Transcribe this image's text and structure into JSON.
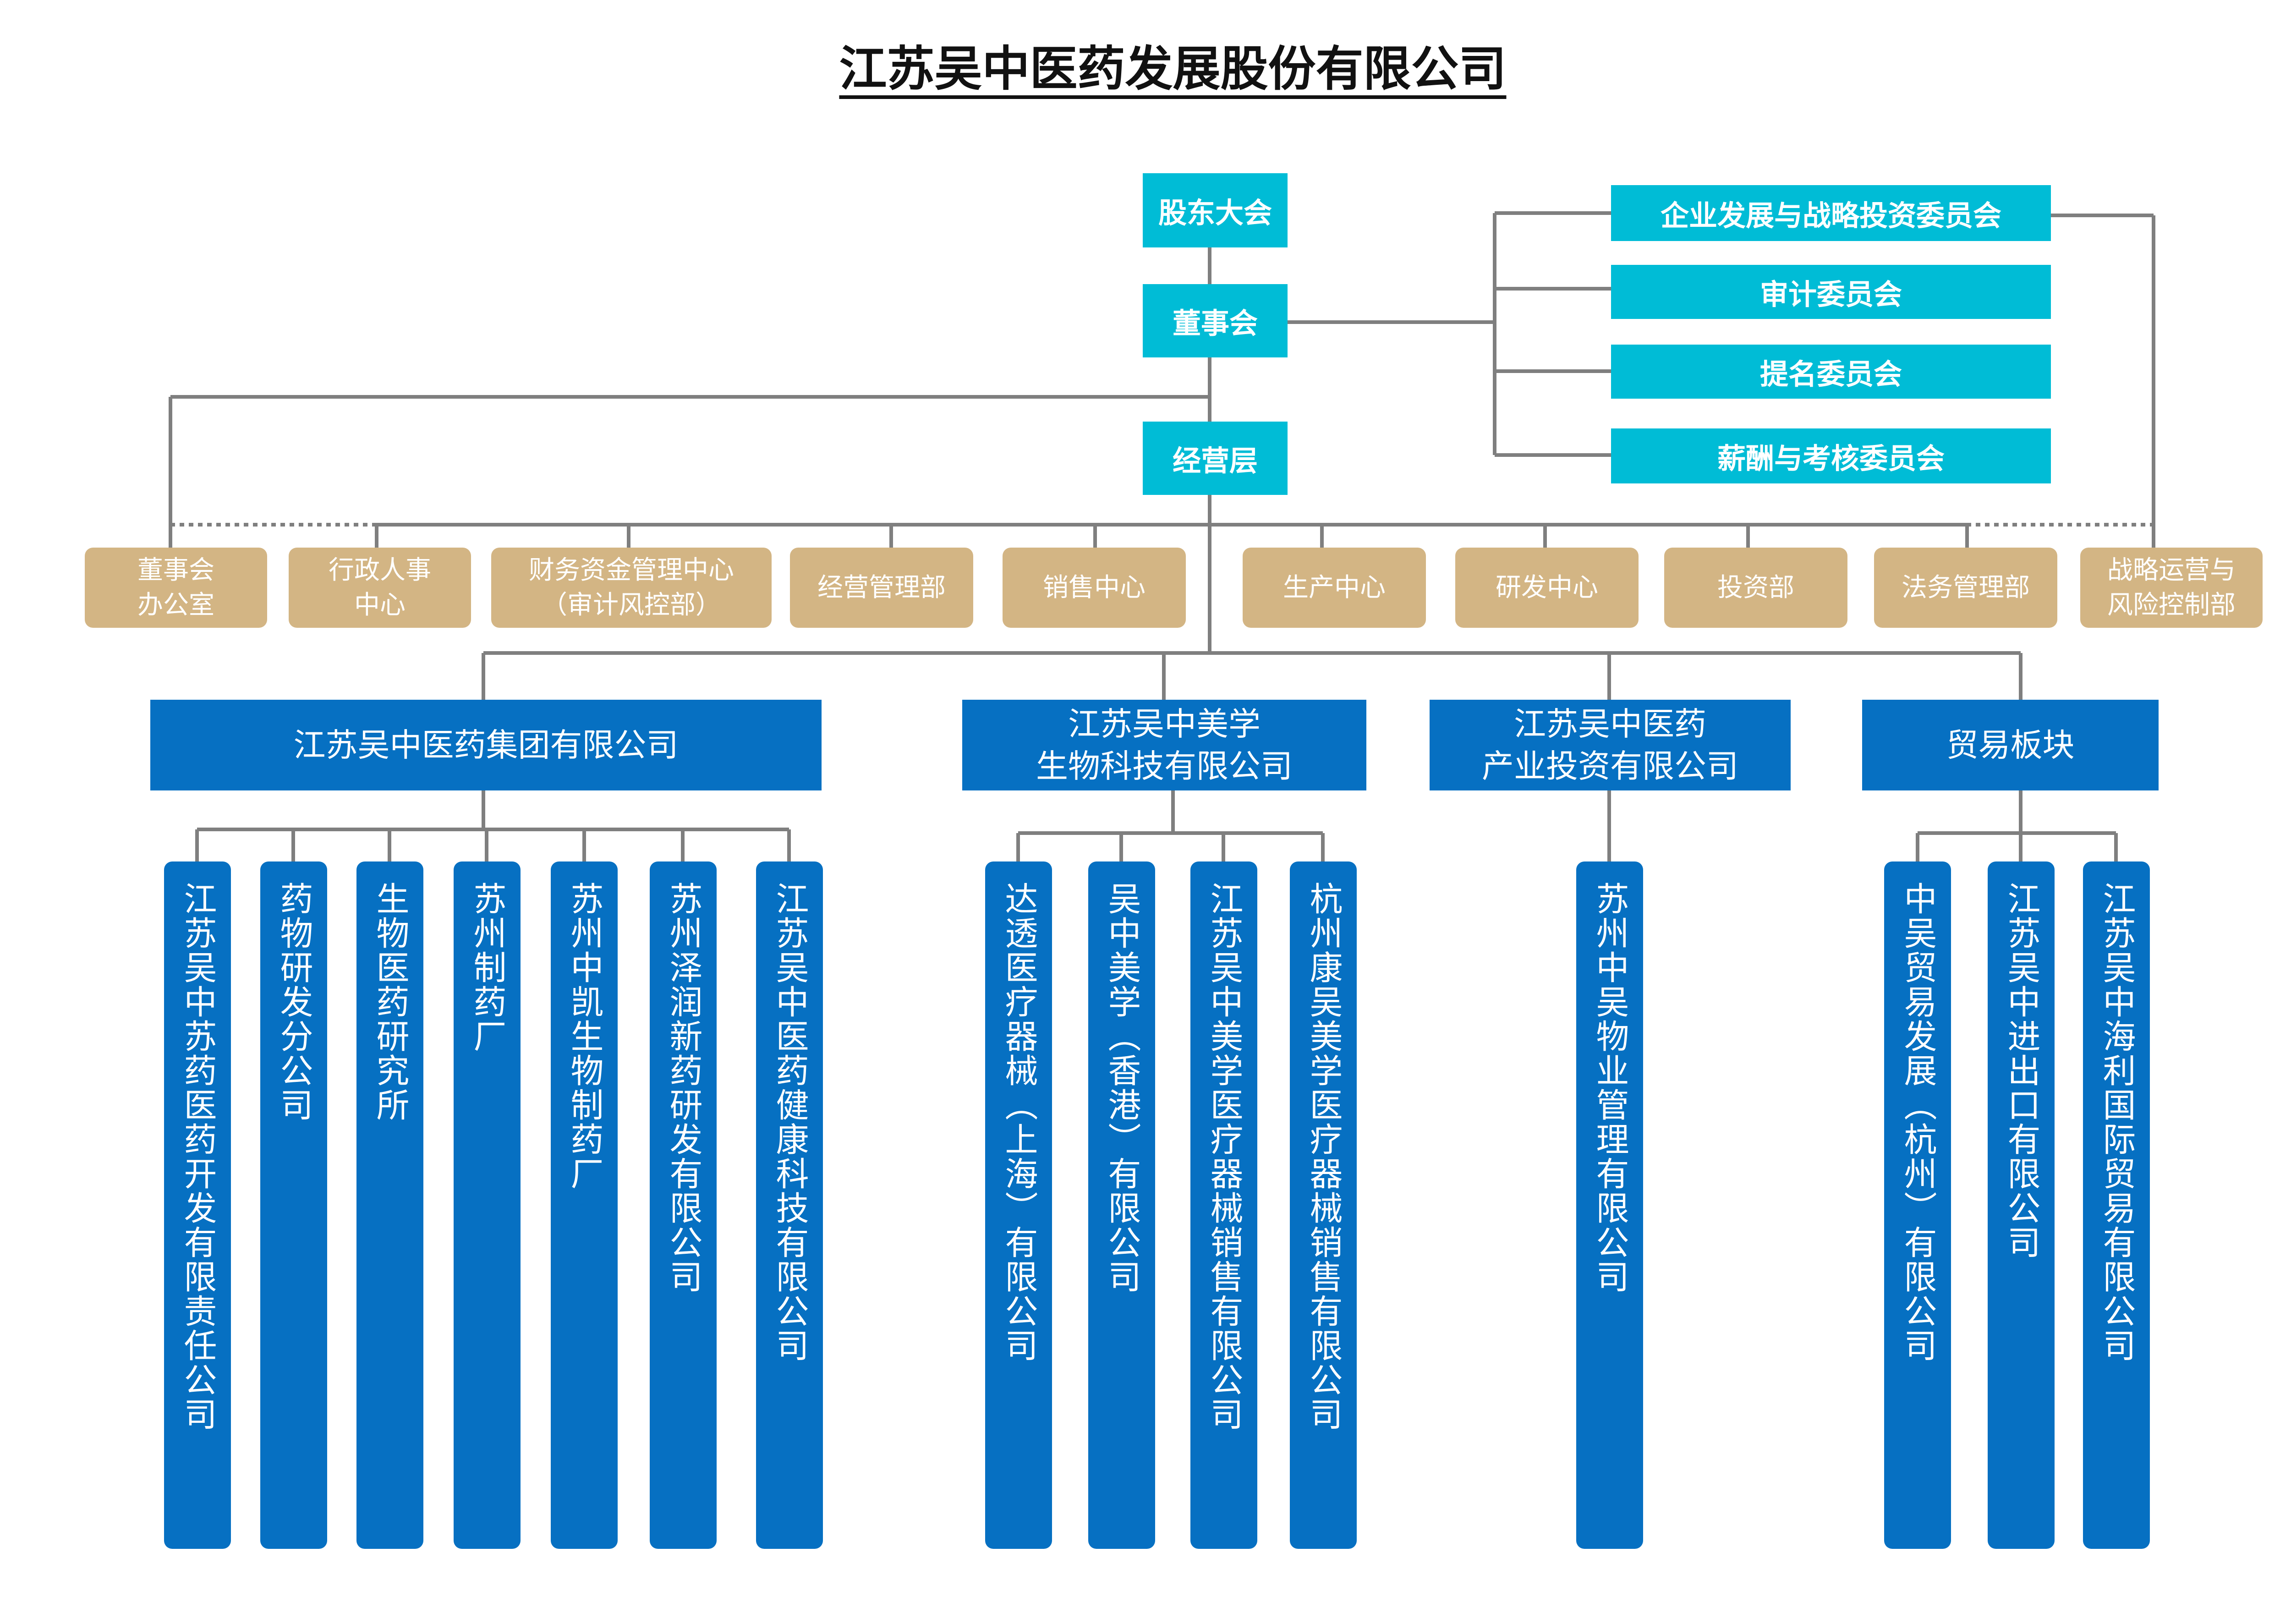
{
  "title": "江苏吴中医药发展股份有限公司",
  "governance": {
    "shareholders": "股东大会",
    "board": "董事会",
    "management": "经营层"
  },
  "committees": [
    "企业发展与战略投资委员会",
    "审计委员会",
    "提名委员会",
    "薪酬与考核委员会"
  ],
  "departments": [
    [
      "董事会",
      "办公室"
    ],
    [
      "行政人事",
      "中心"
    ],
    [
      "财务资金管理中心",
      "（审计风控部）"
    ],
    [
      "经营管理部"
    ],
    [
      "销售中心"
    ],
    [
      "生产中心"
    ],
    [
      "研发中心"
    ],
    [
      "投资部"
    ],
    [
      "法务管理部"
    ],
    [
      "战略运营与",
      "风险控制部"
    ]
  ],
  "groups": [
    {
      "name": [
        "江苏吴中医药集团有限公司"
      ],
      "subsidiaries": [
        "江苏吴中苏药医药开发有限责任公司",
        "药物研发分公司",
        "生物医药研究所",
        "苏州制药厂",
        "苏州中凯生物制药厂",
        "苏州泽润新药研发有限公司",
        "江苏吴中医药健康科技有限公司"
      ]
    },
    {
      "name": [
        "江苏吴中美学",
        "生物科技有限公司"
      ],
      "subsidiaries": [
        "达透医疗器械（上海）有限公司",
        "吴中美学（香港）有限公司",
        "江苏吴中美学医疗器械销售有限公司",
        "杭州康吴美学医疗器械销售有限公司"
      ]
    },
    {
      "name": [
        "江苏吴中医药",
        "产业投资有限公司"
      ],
      "subsidiaries": [
        "苏州中吴物业管理有限公司"
      ]
    },
    {
      "name": [
        "贸易板块"
      ],
      "subsidiaries": [
        "中吴贸易发展（杭州）有限公司",
        "江苏吴中进出口有限公司",
        "江苏吴中海利国际贸易有限公司"
      ]
    }
  ],
  "colors": {
    "governance": "#00bcd6",
    "department": "#d3b584",
    "company": "#0670c2",
    "connector": "#7f7f7f"
  }
}
